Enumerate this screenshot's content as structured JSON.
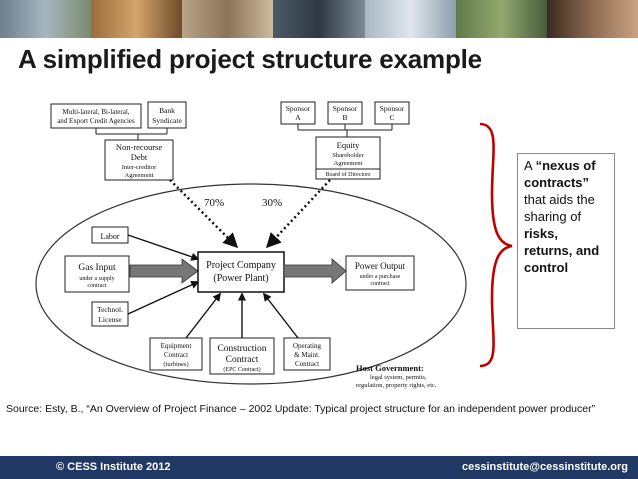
{
  "title": "A simplified project structure example",
  "diagram": {
    "top_left_box": [
      "Multi-lateral, Bi-lateral,",
      "and Export Credit Agencies"
    ],
    "bank_box": [
      "Bank",
      "Syndicate"
    ],
    "sponsors": [
      [
        "Sponsor",
        "A"
      ],
      [
        "Sponsor",
        "B"
      ],
      [
        "Sponsor",
        "C"
      ]
    ],
    "debt_box": [
      "Non-recourse",
      "Debt",
      "Inter-creditor",
      "Agreement"
    ],
    "equity_box": [
      "Equity",
      "Shareholder",
      "Agreement",
      "Board of Directors"
    ],
    "pct_debt": "70%",
    "pct_equity": "30%",
    "labor": "Labor",
    "gas_input": [
      "Gas Input",
      "under a supply",
      "contract"
    ],
    "technol": [
      "Technol.",
      "License"
    ],
    "project_company": [
      "Project Company",
      "(Power Plant)"
    ],
    "power_output": [
      "Power Output",
      "under a purchase",
      "contract"
    ],
    "equipment": [
      "Equipment",
      "Contract",
      "(turbines)"
    ],
    "construction": [
      "Construction",
      "Contract",
      "(EPC Contract)"
    ],
    "operating": [
      "Operating",
      "& Maint.",
      "Contract"
    ],
    "host_gov": [
      "Host Government:",
      "legal system, permits,",
      "regulation, property rights, etc."
    ]
  },
  "callout": {
    "parts": [
      {
        "text": "A ",
        "bold": false
      },
      {
        "text": "“nexus of contracts”",
        "bold": true
      },
      {
        "text": " that aids the sharing of ",
        "bold": false
      },
      {
        "text": "risks, returns,",
        "bold": true
      },
      {
        "text": " and ",
        "bold": true
      },
      {
        "text": "control",
        "bold": true
      }
    ]
  },
  "source": "Source: Esty, B., “An Overview of Project Finance – 2002 Update: Typical project structure for an independent power producer”",
  "footer": {
    "left": "© CESS Institute 2012",
    "right": "cessinstitute@cessinstitute.org"
  },
  "colors": {
    "footer_bg": "#1f3864",
    "brace": "#c00000"
  }
}
